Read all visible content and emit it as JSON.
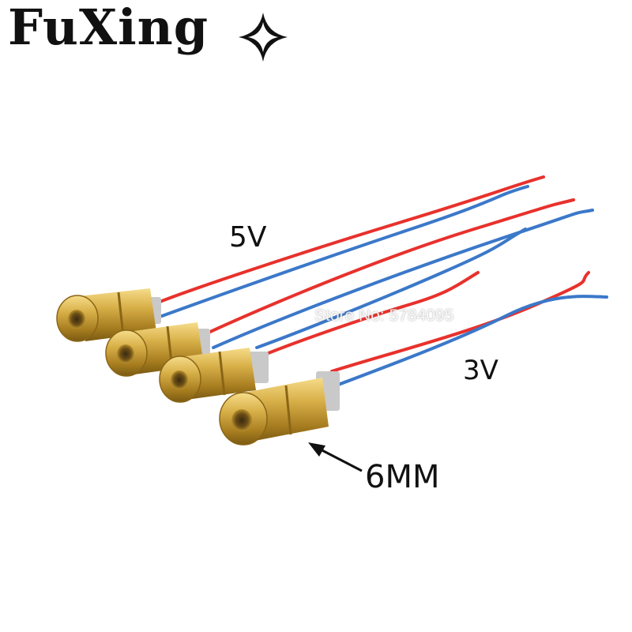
{
  "brand": {
    "name": "FuXing",
    "icon": "four-point-star-icon"
  },
  "labels": {
    "voltage_high": "5V",
    "voltage_low": "3V",
    "diameter": "6MM"
  },
  "watermark": "Store No: 5784095",
  "colors": {
    "brass": "#c9a43a",
    "red_wire": "#e8312c",
    "blue_wire": "#3b78c9",
    "text": "#111111"
  }
}
